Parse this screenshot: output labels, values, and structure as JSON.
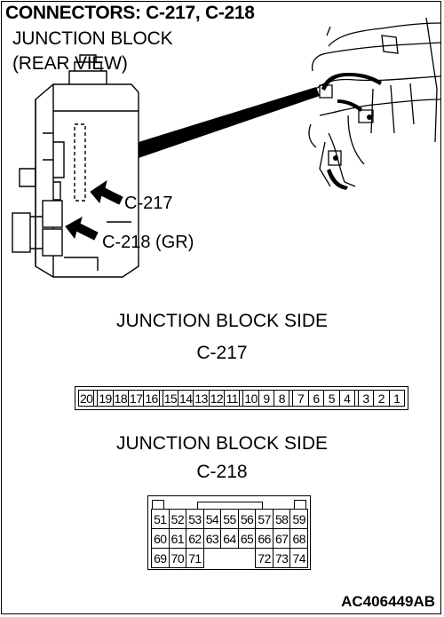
{
  "header": {
    "title": "CONNECTORS: C-217, C-218",
    "subtitle_line1": "JUNCTION BLOCK",
    "subtitle_line2": "(REAR VIEW)"
  },
  "callouts": {
    "c217": "C-217",
    "c218": "C-218 (GR)"
  },
  "sections": {
    "c217_heading": "JUNCTION BLOCK SIDE",
    "c217_name": "C-217",
    "c218_heading": "JUNCTION BLOCK SIDE",
    "c218_name": "C-218"
  },
  "connector_c217": {
    "pins": [
      "20",
      "19",
      "18",
      "17",
      "16",
      "15",
      "14",
      "13",
      "12",
      "11",
      "10",
      "9",
      "8",
      "7",
      "6",
      "5",
      "4",
      "3",
      "2",
      "1"
    ]
  },
  "connector_c218": {
    "rows": [
      [
        "51",
        "52",
        "53",
        "54",
        "55",
        "56",
        "57",
        "58",
        "59"
      ],
      [
        "60",
        "61",
        "62",
        "63",
        "64",
        "65",
        "66",
        "67",
        "68"
      ],
      [
        "69",
        "70",
        "71",
        "",
        "",
        "",
        "72",
        "73",
        "74"
      ]
    ]
  },
  "footer": {
    "code": "AC406449AB"
  }
}
